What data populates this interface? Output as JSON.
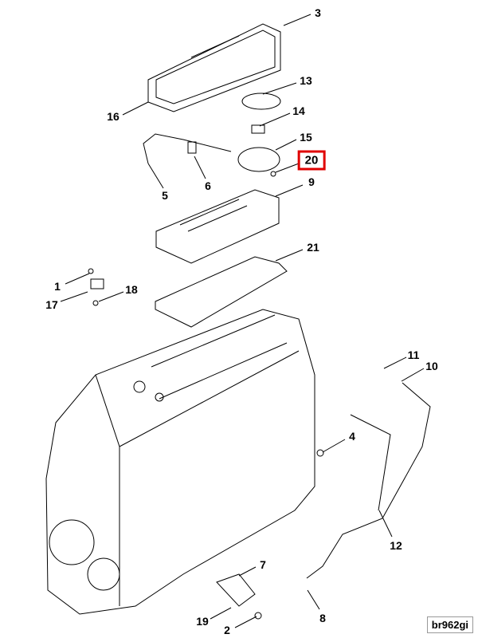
{
  "diagram": {
    "reference_code": "br962gi",
    "highlight_color": "#e00000",
    "callouts": [
      {
        "id": "c3",
        "label": "3"
      },
      {
        "id": "c13",
        "label": "13"
      },
      {
        "id": "c14",
        "label": "14"
      },
      {
        "id": "c16",
        "label": "16"
      },
      {
        "id": "c15",
        "label": "15"
      },
      {
        "id": "c20",
        "label": "20",
        "highlighted": true
      },
      {
        "id": "c5",
        "label": "5"
      },
      {
        "id": "c6",
        "label": "6"
      },
      {
        "id": "c9",
        "label": "9"
      },
      {
        "id": "c21",
        "label": "21"
      },
      {
        "id": "c1",
        "label": "1"
      },
      {
        "id": "c18",
        "label": "18"
      },
      {
        "id": "c17",
        "label": "17"
      },
      {
        "id": "c11",
        "label": "11"
      },
      {
        "id": "c10",
        "label": "10"
      },
      {
        "id": "c4",
        "label": "4"
      },
      {
        "id": "c12",
        "label": "12"
      },
      {
        "id": "c7",
        "label": "7"
      },
      {
        "id": "c8",
        "label": "8"
      },
      {
        "id": "c19",
        "label": "19"
      },
      {
        "id": "c2",
        "label": "2"
      }
    ]
  }
}
